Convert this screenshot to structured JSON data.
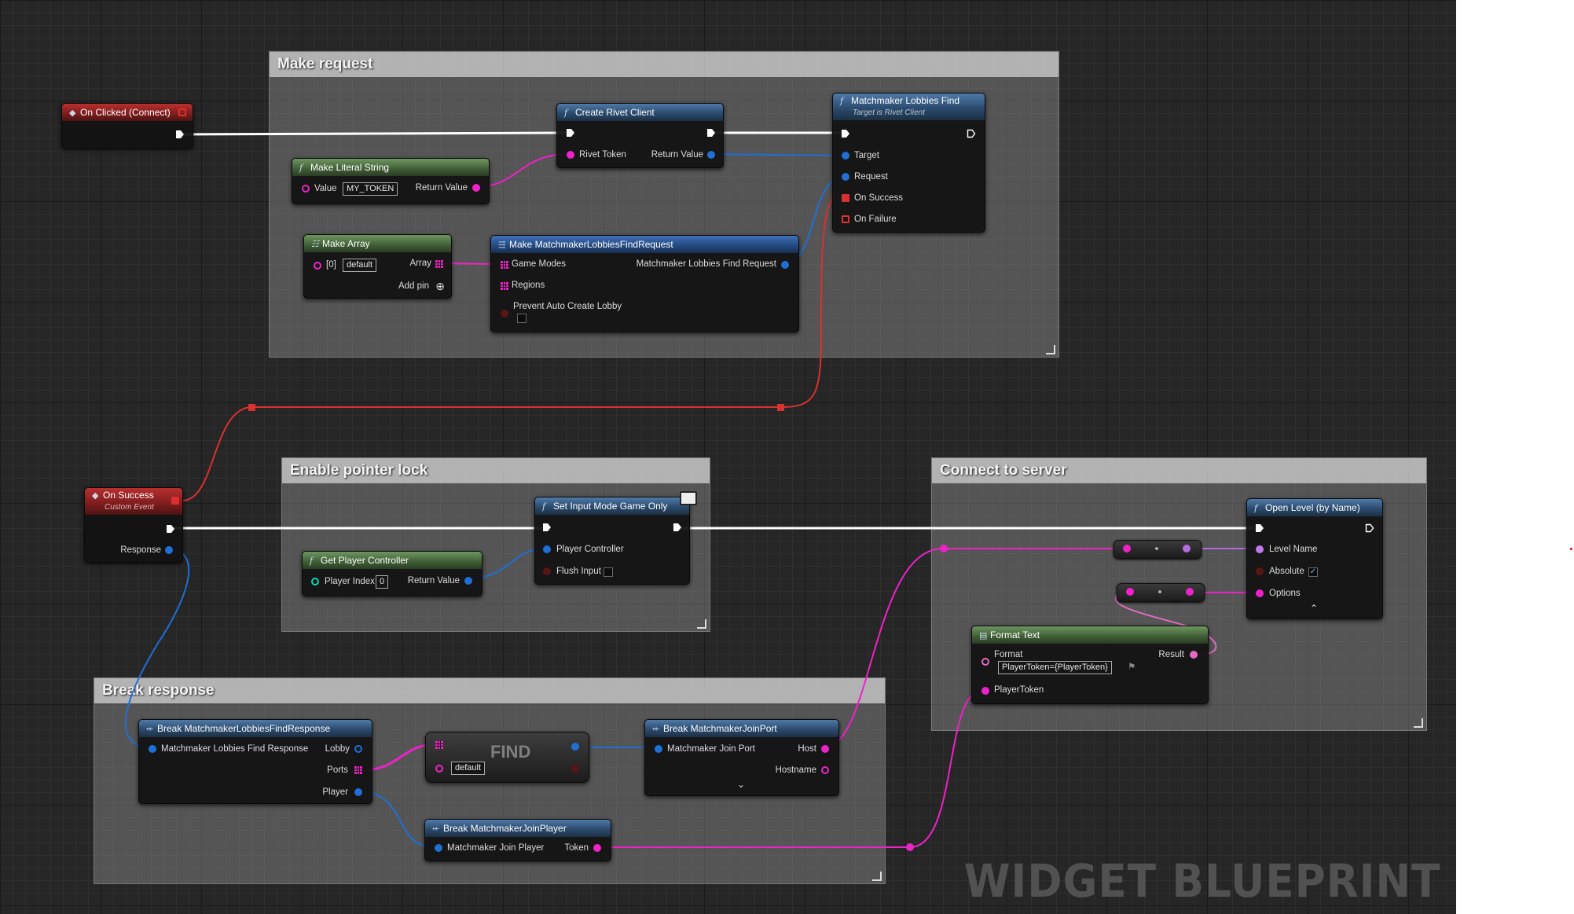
{
  "window": {
    "watermark": "WIDGET BLUEPRINT"
  },
  "comments": {
    "make_request": "Make request",
    "pointer_lock": "Enable pointer lock",
    "connect_server": "Connect to server",
    "break_response": "Break response"
  },
  "nodes": {
    "on_clicked": {
      "title": "On Clicked (Connect)"
    },
    "create_client": {
      "title": "Create Rivet Client",
      "in1": "Rivet Token",
      "out1": "Return Value"
    },
    "lobbies_find": {
      "title": "Matchmaker Lobbies Find",
      "subtitle": "Target is Rivet Client",
      "p1": "Target",
      "p2": "Request",
      "p3": "On Success",
      "p4": "On Failure"
    },
    "literal_string": {
      "title": "Make Literal String",
      "in1": "Value",
      "value": "MY_TOKEN",
      "out1": "Return Value"
    },
    "make_array": {
      "title": "Make Array",
      "in1": "[0]",
      "value": "default",
      "out1": "Array",
      "add_pin": "Add pin"
    },
    "make_request": {
      "title": "Make MatchmakerLobbiesFindRequest",
      "p1": "Game Modes",
      "p2": "Regions",
      "p3": "Prevent Auto Create Lobby",
      "out1": "Matchmaker Lobbies Find Request"
    },
    "on_success": {
      "title": "On Success",
      "subtitle": "Custom Event",
      "out1": "Response"
    },
    "set_input_mode": {
      "title": "Set Input Mode Game Only",
      "p1": "Player Controller",
      "p2": "Flush Input"
    },
    "get_player_controller": {
      "title": "Get Player Controller",
      "in1": "Player Index",
      "value": "0",
      "out1": "Return Value"
    },
    "open_level": {
      "title": "Open Level (by Name)",
      "p1": "Level Name",
      "p2": "Absolute",
      "p3": "Options"
    },
    "format_text": {
      "title": "Format Text",
      "in1": "Format",
      "value": "PlayerToken={PlayerToken}",
      "in2": "PlayerToken",
      "out1": "Result"
    },
    "break_response": {
      "title": "Break MatchmakerLobbiesFindResponse",
      "in1": "Matchmaker Lobbies Find Response",
      "o1": "Lobby",
      "o2": "Ports",
      "o3": "Player"
    },
    "find": {
      "title": "FIND",
      "value": "default"
    },
    "break_port": {
      "title": "Break MatchmakerJoinPort",
      "in1": "Matchmaker Join Port",
      "o1": "Host",
      "o2": "Hostname"
    },
    "break_player": {
      "title": "Break MatchmakerJoinPlayer",
      "in1": "Matchmaker Join Player",
      "o1": "Token"
    }
  },
  "colors": {
    "exec": "#ffffff",
    "object": "#1f6fd6",
    "string": "#ee22c8",
    "text": "#e06cc0",
    "event": "#d93030",
    "struct": "#1f6fd6",
    "int": "#13d5b0",
    "bool": "#8a1b1b"
  },
  "icons": [
    "function-icon",
    "event-icon",
    "make-array-icon",
    "break-struct-icon",
    "make-struct-icon",
    "format-text-icon",
    "monitor-icon",
    "add-pin-icon",
    "chevron-down-icon",
    "chevron-up-icon",
    "resize-grip-icon"
  ]
}
